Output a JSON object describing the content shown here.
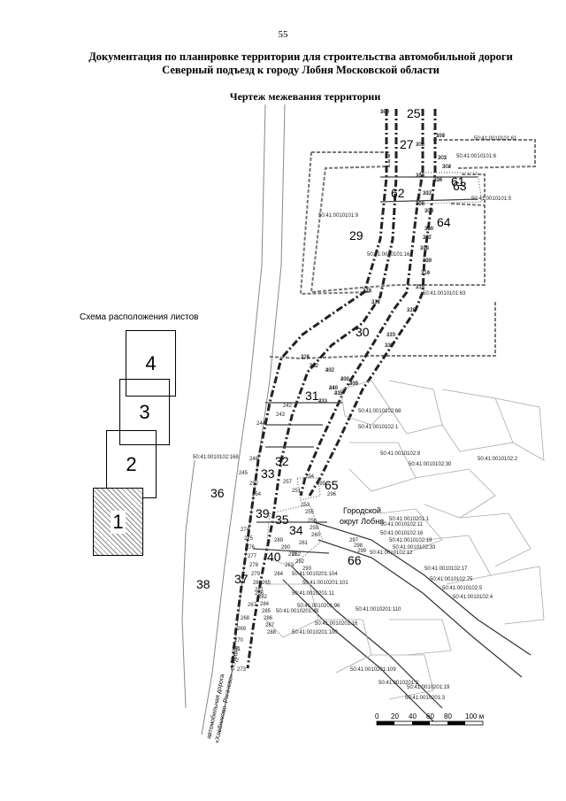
{
  "page_number": "55",
  "title_line1": "Документация по планировке территории для строительства автомобильной дороги",
  "title_line2": "Северный подъезд к городу Лобня Московской области",
  "drawing_title": "Чертеж межевания территории",
  "schema_title": "Схема расположения листов",
  "sheets": [
    {
      "label": "4"
    },
    {
      "label": "3"
    },
    {
      "label": "2"
    },
    {
      "label": "1"
    }
  ],
  "city_label_line1": "Городской",
  "city_label_line2": "округ Лобня",
  "road_label_line1": "автомобильная дорога",
  "road_label_line2": "«Хлебниково–Рогачево»–ст.Лобня",
  "scale": {
    "ticks": [
      "0",
      "20",
      "40",
      "60",
      "80",
      "100 м"
    ]
  },
  "section_numbers": [
    "25",
    "27",
    "61",
    "62",
    "63",
    "64",
    "29",
    "30",
    "31",
    "32",
    "33",
    "36",
    "65",
    "39",
    "35",
    "34",
    "66",
    "40",
    "37",
    "38"
  ],
  "point_numbers": [
    "186",
    "199",
    "200",
    "201",
    "202",
    "213",
    "218",
    "212",
    "406",
    "205",
    "206",
    "207",
    "208",
    "209",
    "210",
    "211",
    "222",
    "221",
    "228",
    "229",
    "230",
    "226",
    "232",
    "237",
    "238",
    "239",
    "240",
    "235",
    "233",
    "242",
    "243",
    "244",
    "245",
    "246",
    "252",
    "254",
    "257",
    "251",
    "253",
    "255",
    "256",
    "259",
    "260",
    "261",
    "262",
    "263",
    "264",
    "265",
    "266",
    "267",
    "268",
    "269",
    "270",
    "271",
    "272",
    "273",
    "274",
    "275",
    "276",
    "277",
    "278",
    "279",
    "280",
    "281",
    "282",
    "284",
    "285",
    "286",
    "287",
    "288",
    "289",
    "290",
    "291",
    "292",
    "293",
    "294",
    "295",
    "296",
    "297",
    "298",
    "299",
    "300",
    "301",
    "302",
    "303",
    "304",
    "305",
    "306",
    "307",
    "308",
    "309",
    "310",
    "311",
    "312",
    "313",
    "314",
    "315",
    "316",
    "317",
    "318",
    "319",
    "320",
    "321",
    "322",
    "402",
    "403",
    "405",
    "416",
    "417",
    "422"
  ],
  "cadastral_labels": [
    "50:41:0010101:61",
    "50:41:0010101:6",
    "50:41:0010101:5",
    "50:41:0010101:9",
    "50:41:0010101:16",
    "50:41:0010101:63",
    "50:41:0010102:68",
    "50:41:0010102:1",
    "50:41:0010102:168",
    "50:41:0010102:8",
    "50:41:0010102:30",
    "50:41:0010102:2",
    "50:41:0010201:104",
    "50:41:0010201:101",
    "50:41:0010201:11",
    "50:41:0010201:96",
    "50:41:0010201:43",
    "50:41:0010201:16",
    "50:41:0010201:110",
    "50:41:0010201:100",
    "50:41:0010201:109",
    "50:41:0010201:2",
    "50:41:0010201:19",
    "50:41:0010201:3",
    "50:41:0010102:16",
    "50:41:0010102:19",
    "50:41:0010102:33",
    "50:41:0010102:12",
    "50:41:0010102:17",
    "50:41:0010102:75",
    "50:41:0010102:5",
    "50:41:0010102:4",
    "50:41:0010201:1",
    "50:41:0010102:11"
  ]
}
